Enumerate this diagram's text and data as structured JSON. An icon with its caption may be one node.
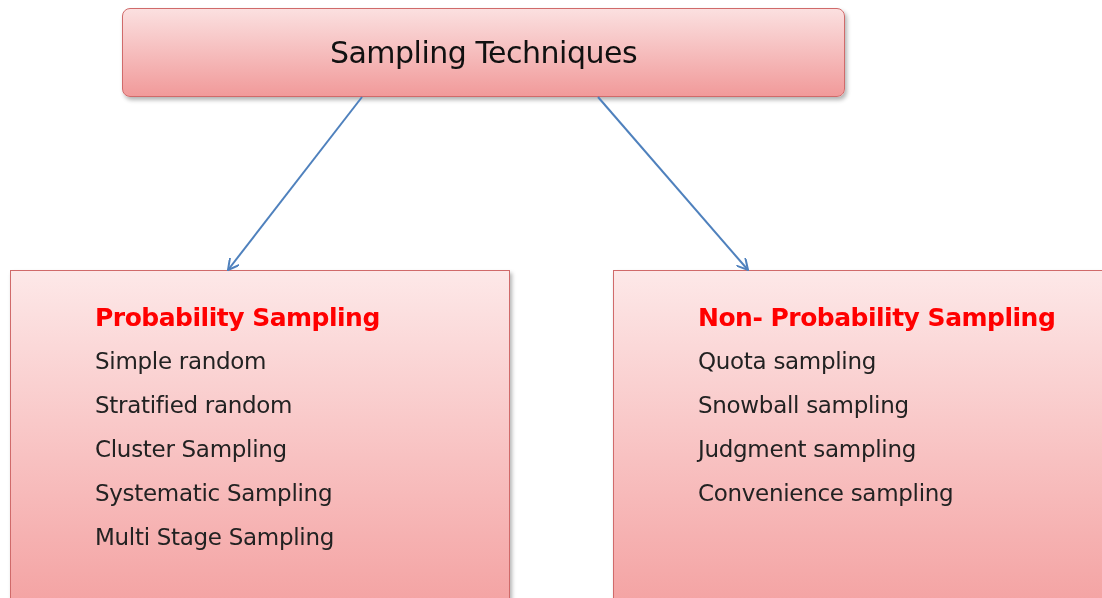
{
  "diagram": {
    "nodes": [
      {
        "text": [
          "Sampling Techniques"
        ]
      },
      {
        "text": [
          "Probability Sampling",
          "Simple random",
          "Stratified random",
          "Cluster Sampling",
          "Systematic Sampling",
          "Multi Stage Sampling"
        ]
      },
      {
        "text": [
          "Non- Probability Sampling",
          "Quota sampling",
          "Snowball sampling",
          "Judgment sampling",
          "Convenience sampling"
        ]
      }
    ],
    "edges": [
      {
        "from": 0,
        "to": 1,
        "arrow": "to"
      },
      {
        "from": 0,
        "to": 2,
        "arrow": "to"
      }
    ]
  }
}
